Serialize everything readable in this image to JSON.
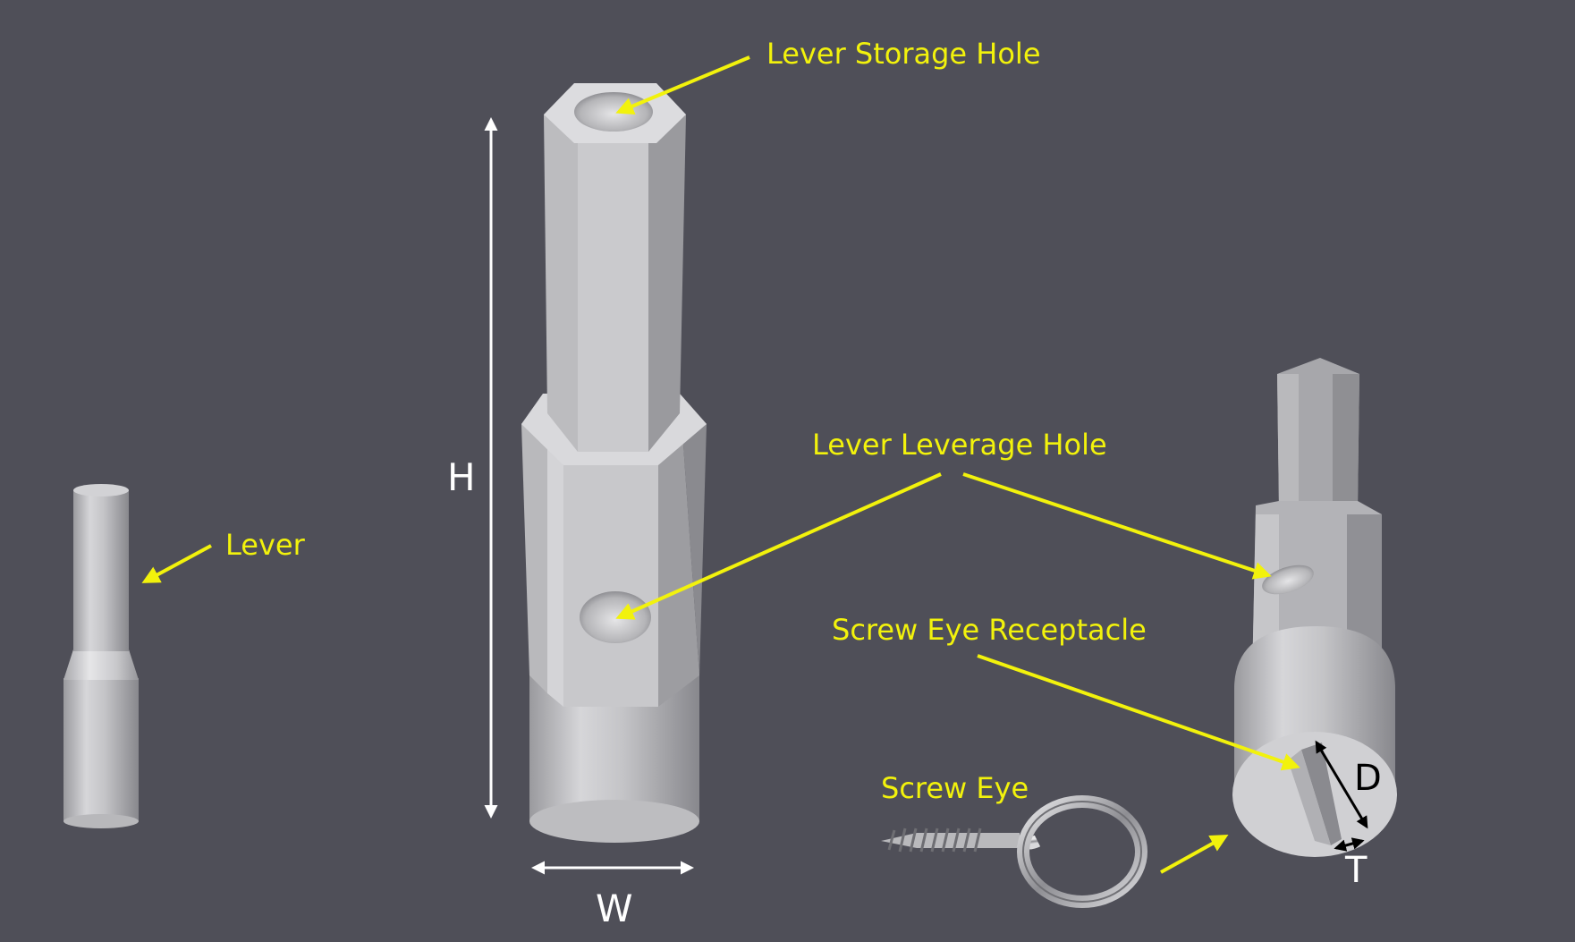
{
  "labels": {
    "lever_storage_hole": "Lever Storage Hole",
    "lever_leverage_hole": "Lever Leverage Hole",
    "lever": "Lever",
    "screw_eye_receptacle": "Screw Eye Receptacle",
    "screw_eye": "Screw Eye"
  },
  "dimensions": {
    "height": "H",
    "width": "W",
    "depth": "D",
    "thickness": "T"
  },
  "colors": {
    "background": "#4f4f58",
    "callout": "#f2f20c",
    "dimension": "#ffffff",
    "part": "#c9c9cc"
  }
}
